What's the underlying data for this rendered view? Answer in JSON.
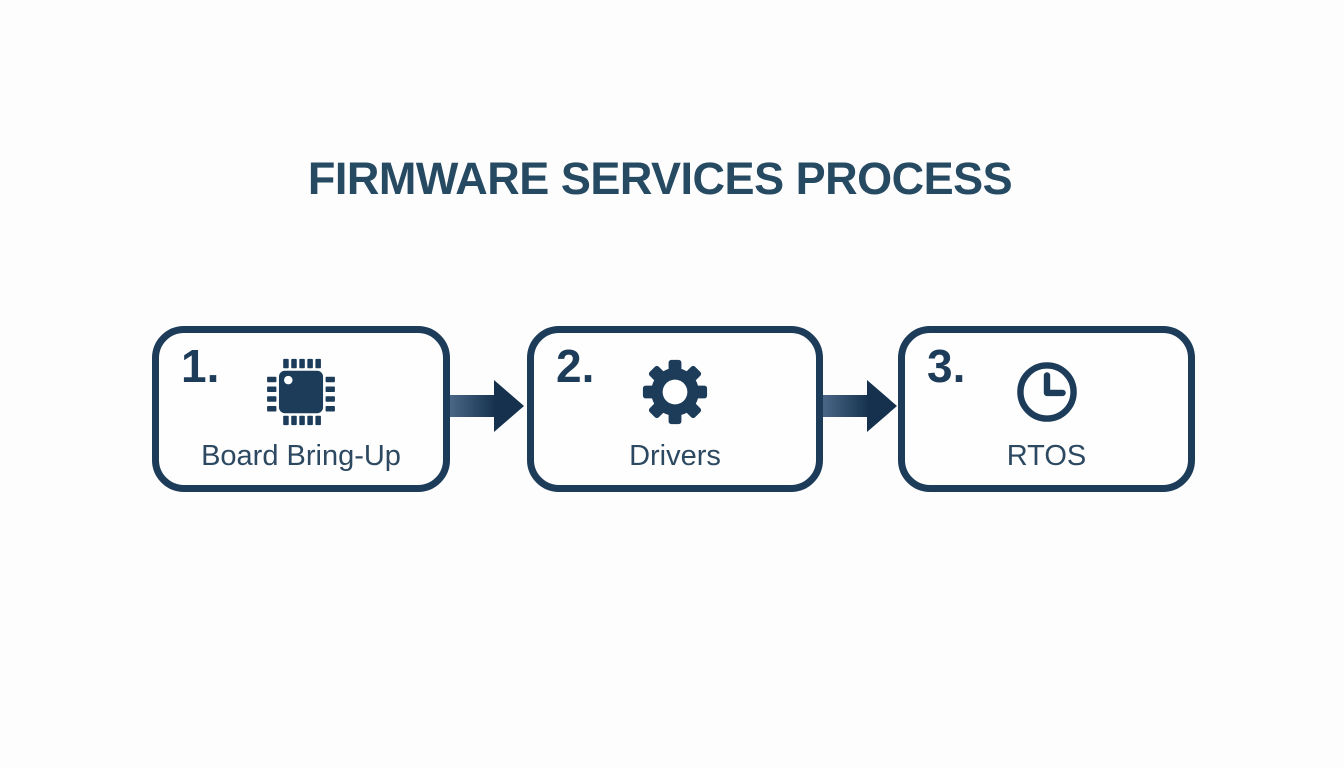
{
  "title": "FIRMWARE SERVICES PROCESS",
  "steps": [
    {
      "number": "1.",
      "label": "Board Bring-Up",
      "icon": "microchip-icon"
    },
    {
      "number": "2.",
      "label": "Drivers",
      "icon": "gear-icon"
    },
    {
      "number": "3.",
      "label": "RTOS",
      "icon": "clock-icon"
    }
  ],
  "arrows": [
    {
      "from": "Board Bring-Up",
      "to": "Drivers"
    },
    {
      "from": "Drivers",
      "to": "RTOS"
    }
  ],
  "colors": {
    "navy": "#1c3c59",
    "title": "#274a63",
    "label": "#2c4961",
    "background": "#fdfdfd",
    "arrow_gradient_start": "#4a6787",
    "arrow_gradient_end": "#15314d"
  }
}
